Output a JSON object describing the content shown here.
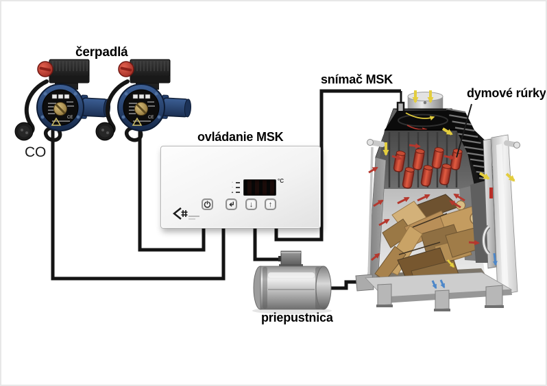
{
  "labels": {
    "pumps": "čerpadlá",
    "heating_circuit": "CO",
    "controller": "ovládanie MSK",
    "sensor": "snímač MSK",
    "smoke_tubes": "dymové rúrky",
    "damper": "priepustnica"
  },
  "controller": {
    "display_unit": "°C",
    "indicators": [
      "mode-icon",
      "pump-icon",
      "alarm-icon"
    ],
    "buttons": [
      {
        "id": "power"
      },
      {
        "id": "enter"
      },
      {
        "id": "down",
        "glyph": "↓"
      },
      {
        "id": "up",
        "glyph": "↑"
      }
    ]
  },
  "pump": {
    "ce_mark": "CE"
  },
  "colors": {
    "wire": "#141414",
    "smoke_tube_red": "#c03a2b",
    "arrow_hot_red": "#b5382e",
    "arrow_cold_yellow": "#e3cd3e",
    "arrow_air_blue": "#4d87c9",
    "pump_blue": "#2c4f85",
    "label_text": "#000000"
  }
}
